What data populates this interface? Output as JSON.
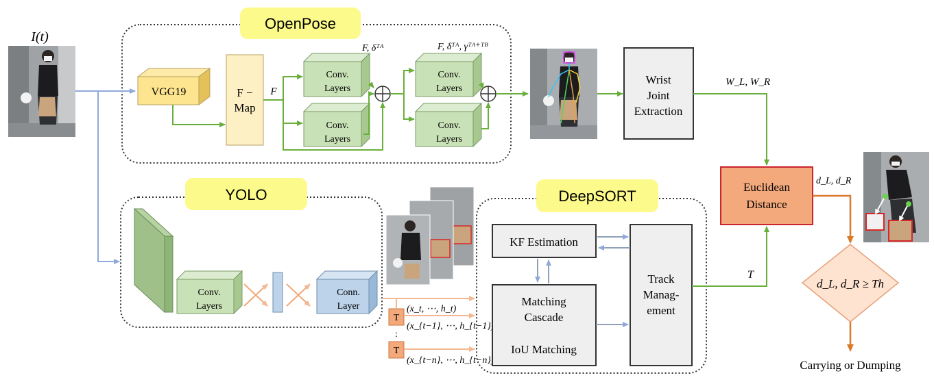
{
  "labels": {
    "input": "I(t)",
    "openpose_title": "OpenPose",
    "vgg19": "VGG19",
    "fmap_line1": "F −",
    "fmap_line2": "Map",
    "f_label": "F",
    "stage1_out": "F, δᵀᴬ",
    "stage2_out": "F, δᵀᴬ, γᵀᴬ⁺ᵀᴮ",
    "conv_l1": "Conv.",
    "conv_l2": "Layers",
    "wrist_l1": "Wrist",
    "wrist_l2": "Joint",
    "wrist_l3": "Extraction",
    "wl_wr": "W_L, W_R",
    "yolo_title": "YOLO",
    "conn_l1": "Conn.",
    "conn_l2": "Layer",
    "deepsort_title": "DeepSORT",
    "kf": "KF Estimation",
    "mc_l1": "Matching",
    "mc_l2": "Cascade",
    "iou": "IoU Matching",
    "tm_l1": "Track",
    "tm_l2": "Manag-",
    "tm_l3": "ement",
    "t_badge": "T",
    "bbox_t": "(x_t, ⋯, h_t)",
    "bbox_t1": "(x_{t−1}, ⋯, h_{t−1})",
    "bbox_tn": "(x_{t−n}, ⋯, h_{t−n})",
    "dots": ":",
    "t_label": "T",
    "euclid_l1": "Euclidean",
    "euclid_l2": "Distance",
    "dl_dr": "d_L, d_R",
    "condition": "d_L, d_R ≥ Th",
    "result": "Carrying or Dumping"
  },
  "colors": {
    "green_arrow": "#6aaf3c",
    "blue_arrow": "#8fa9d9",
    "orange_arrow": "#d9792a",
    "peach_arrow": "#f3b892",
    "yellow_title": "#fcfa8a",
    "vgg_face": "#fde48f",
    "fmap_face": "#fdf0c5",
    "conv_face": "#c9e1b7",
    "conn_face": "#bcd3ea",
    "euclid_fill": "#f4a97c",
    "euclid_border": "#c8252d",
    "diamond_fill": "#fde3d0",
    "t_badge_fill": "#f4a97c",
    "gray_box": "#efefef"
  }
}
